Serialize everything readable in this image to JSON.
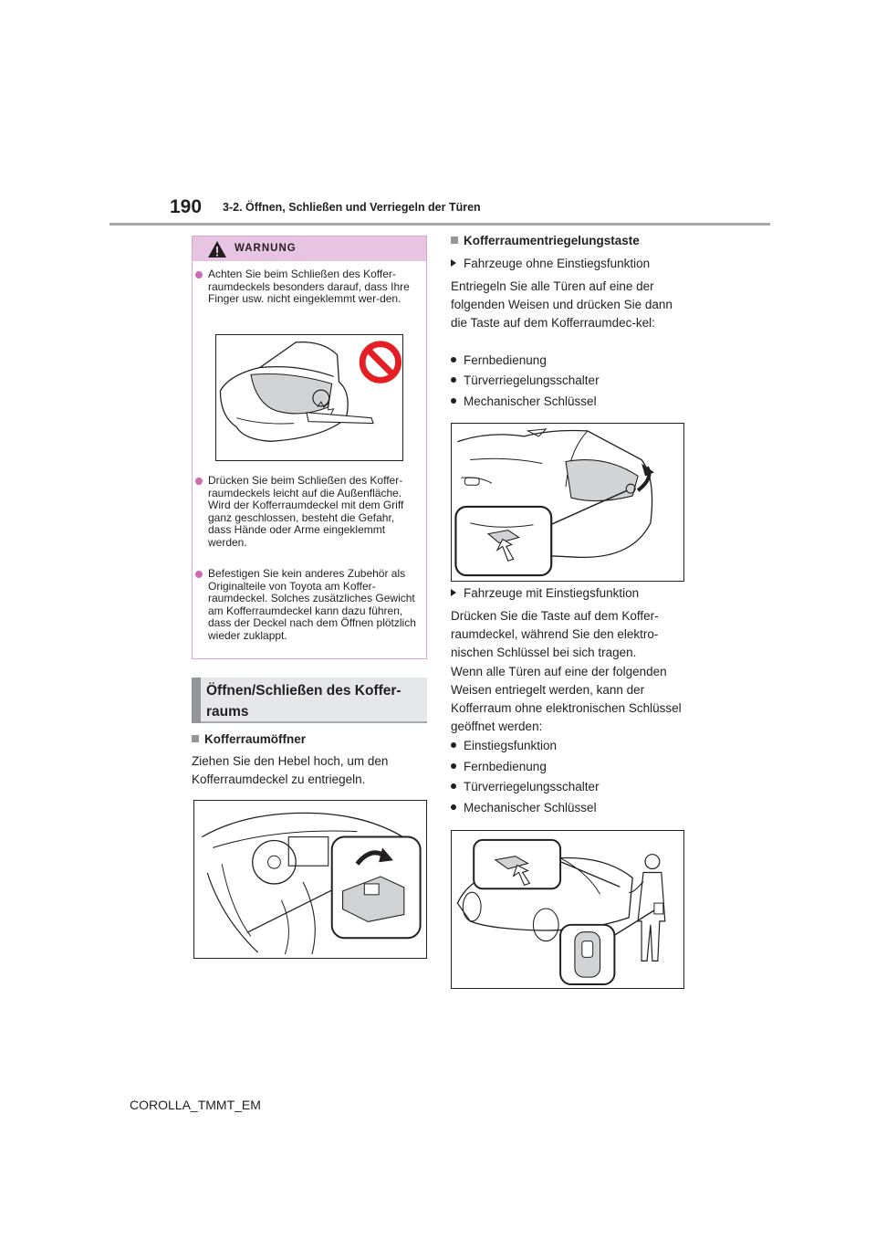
{
  "header": {
    "page_number": "190",
    "chapter": "3-2. Öffnen, Schließen und Verriegeln der Türen"
  },
  "warning": {
    "title": "WARNUNG",
    "items": [
      "Achten Sie beim Schließen des Koffer-raumdeckels besonders darauf, dass Ihre Finger usw. nicht eingeklemmt wer-den.",
      "Drücken Sie beim Schließen des Koffer-raumdeckels leicht auf die Außenfläche. Wird der Kofferraumdeckel mit dem Griff ganz geschlossen, besteht die Gefahr, dass Hände oder Arme eingeklemmt werden.",
      "Befestigen Sie kein anderes Zubehör als Originalteile von Toyota am Koffer-raumdeckel. Solches zusätzliches Gewicht am Kofferraumdeckel kann dazu führen, dass der Deckel nach dem Öffnen plötzlich wieder zuklappt."
    ]
  },
  "section": {
    "title": "Öffnen/Schließen des Koffer-raums"
  },
  "left_col": {
    "sub_heading": "Kofferraumöffner",
    "para": "Ziehen Sie den Hebel hoch, um den Kofferraumdeckel zu entriegeln."
  },
  "right_col": {
    "sub_heading": "Kofferraumentriegelungstaste",
    "case1": "Fahrzeuge ohne Einstiegsfunktion",
    "para1": "Entriegeln Sie alle Türen auf eine der folgenden Weisen und drücken Sie dann die Taste auf dem Kofferraumdec-kel:",
    "list1": [
      "Fernbedienung",
      "Türverriegelungsschalter",
      "Mechanischer Schlüssel"
    ],
    "case2": "Fahrzeuge mit Einstiegsfunktion",
    "para2": "Drücken Sie die Taste auf dem Koffer-raumdeckel, während Sie den elektro-nischen Schlüssel bei sich tragen.",
    "para3": "Wenn alle Türen auf eine der folgenden Weisen entriegelt werden, kann der Kofferraum ohne elektronischen Schlüssel geöffnet werden:",
    "list2": [
      "Einstiegsfunktion",
      "Fernbedienung",
      "Türverriegelungsschalter",
      "Mechanischer Schlüssel"
    ]
  },
  "footer": "COROLLA_TMMT_EM",
  "colors": {
    "warning_accent": "#cf6ab5",
    "warning_header_bg": "#e7c4e2",
    "prohibition_red": "#e31e24",
    "heading_bg": "#e6e7e8",
    "rule_gray": "#a7a9ac"
  }
}
